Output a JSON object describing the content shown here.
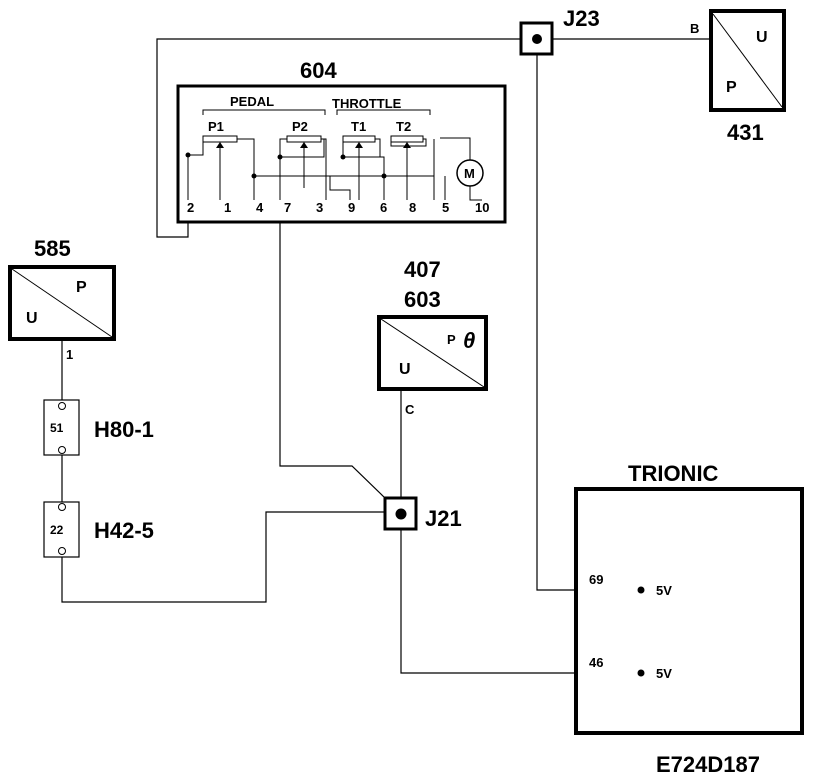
{
  "module_604": {
    "id": "604",
    "group_pedal": "PEDAL",
    "group_throttle": "THROTTLE",
    "p1": "P1",
    "p2": "P2",
    "t1": "T1",
    "t2": "T2",
    "motor": "M",
    "pins": [
      "2",
      "1",
      "4",
      "7",
      "3",
      "9",
      "6",
      "8",
      "5",
      "10"
    ]
  },
  "junction_j23": "J23",
  "junction_j21": "J21",
  "sensor_431": {
    "id": "431",
    "u": "U",
    "p": "P",
    "pin": "B"
  },
  "sensor_585": {
    "id": "585",
    "u": "U",
    "p": "P",
    "pin": "1"
  },
  "sensor_407": {
    "id_top": "407",
    "id_bottom": "603",
    "u": "U",
    "p": "P",
    "theta": "θ",
    "pin": "C"
  },
  "connector_h80": {
    "id": "H80-1",
    "pin": "51"
  },
  "connector_h42": {
    "id": "H42-5",
    "pin": "22"
  },
  "trionic": {
    "title": "TRIONIC",
    "pin_69": "69",
    "pin_46": "46",
    "supply_69": "5V",
    "supply_46": "5V"
  },
  "figure_code": "E724D187"
}
